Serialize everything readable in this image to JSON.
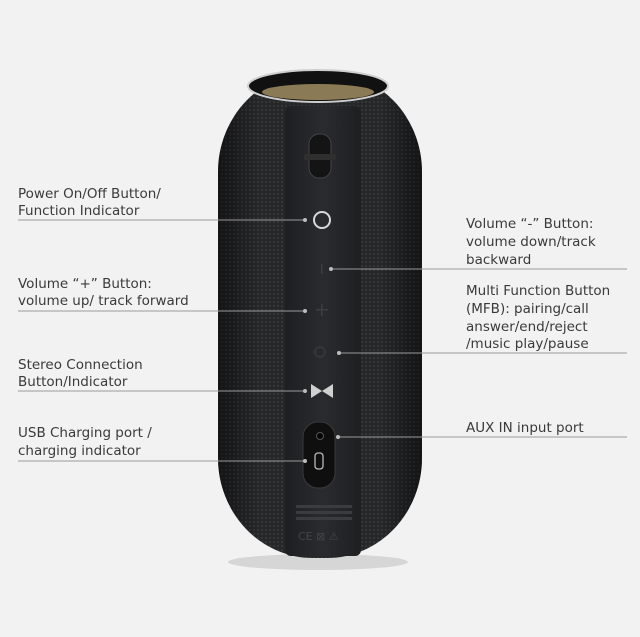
{
  "diagram": {
    "labels": {
      "power": [
        "Power On/Off Button/",
        "Function Indicator"
      ],
      "volume_up": [
        "Volume “+” Button:",
        "volume up/ track forward"
      ],
      "stereo": [
        "Stereo Connection",
        "Button/Indicator"
      ],
      "usb": [
        "USB Charging port /",
        "charging indicator"
      ],
      "volume_down": [
        "Volume “-” Button:",
        "volume down/track",
        "backward"
      ],
      "mfb": [
        "Multi Function Button",
        "(MFB): pairing/call",
        "answer/end/reject",
        "/music play/pause"
      ],
      "aux": [
        "AUX IN input port"
      ]
    },
    "colors": {
      "background": "#f2f2f2",
      "speaker_body": "#2b2c2e",
      "text": "#3a3a3a"
    },
    "icons": [
      "power-icon",
      "volume-minus-icon",
      "volume-plus-icon",
      "play-pause-icon",
      "stereo-bowtie-icon",
      "aux-jack-icon",
      "micro-usb-icon",
      "ce-mark-icon"
    ]
  }
}
